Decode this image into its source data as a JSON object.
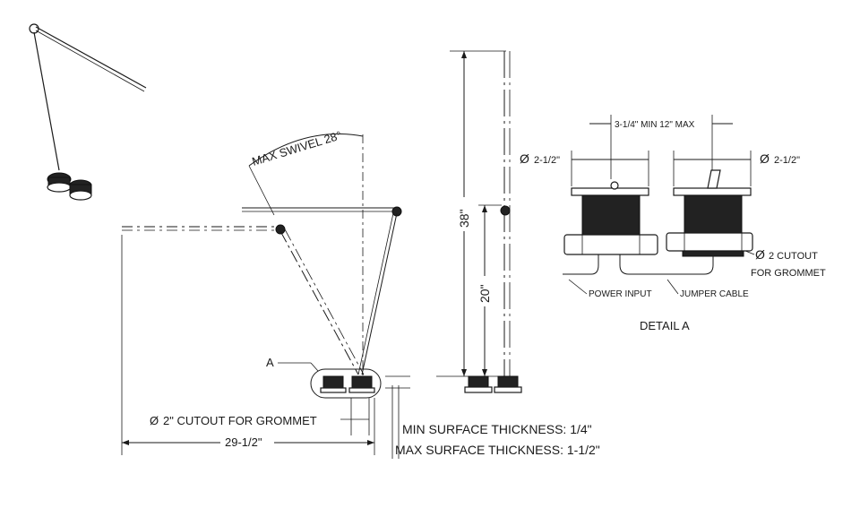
{
  "labels": {
    "max_swivel": "MAX SWIVEL 28°",
    "callout_a": "A",
    "cutout_grommet": "2\" CUTOUT FOR GROMMET",
    "width_dim": "29-1/2\"",
    "min_thickness": "MIN SURFACE THICKNESS: 1/4\"",
    "max_thickness": "MAX SURFACE THICKNESS: 1-1/2\"",
    "height_38": "38\"",
    "height_20": "20\"",
    "spacing_dim": "3-1/4\" MIN 12\" MAX",
    "diam_left": "2-1/2\"",
    "diam_right": "2-1/2\"",
    "cutout_2": "2 CUTOUT",
    "for_grommet": "FOR GROMMET",
    "power_input": "POWER INPUT",
    "jumper_cable": "JUMPER CABLE",
    "detail_a": "DETAIL A"
  },
  "symbols": {
    "diameter": "Ø"
  },
  "colors": {
    "line": "#1a1a1a",
    "background": "#ffffff"
  }
}
